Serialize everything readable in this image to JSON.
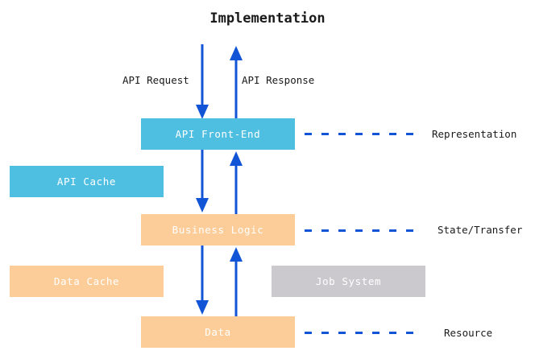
{
  "diagram": {
    "title": "Implementation",
    "colors": {
      "blue_box": "#4ebee1",
      "peach_box": "#fccd99",
      "gray_box": "#ccc9ce",
      "arrow": "#1154d6",
      "text_dark": "#1a1a1a",
      "box_text": "#ffffff",
      "background": "#ffffff"
    },
    "boxes": [
      {
        "id": "api-front-end",
        "label": "API Front-End",
        "color": "blue"
      },
      {
        "id": "api-cache",
        "label": "API Cache",
        "color": "blue"
      },
      {
        "id": "business-logic",
        "label": "Business Logic",
        "color": "peach"
      },
      {
        "id": "data-cache",
        "label": "Data Cache",
        "color": "peach"
      },
      {
        "id": "job-system",
        "label": "Job System",
        "color": "gray"
      },
      {
        "id": "data",
        "label": "Data",
        "color": "peach"
      }
    ],
    "flow_labels": [
      {
        "id": "api-request",
        "label": "API Request"
      },
      {
        "id": "api-response",
        "label": "API Response"
      }
    ],
    "side_labels": [
      {
        "id": "representation",
        "label": "Representation"
      },
      {
        "id": "state-transfer",
        "label": "State/Transfer"
      },
      {
        "id": "resource",
        "label": "Resource"
      }
    ]
  }
}
